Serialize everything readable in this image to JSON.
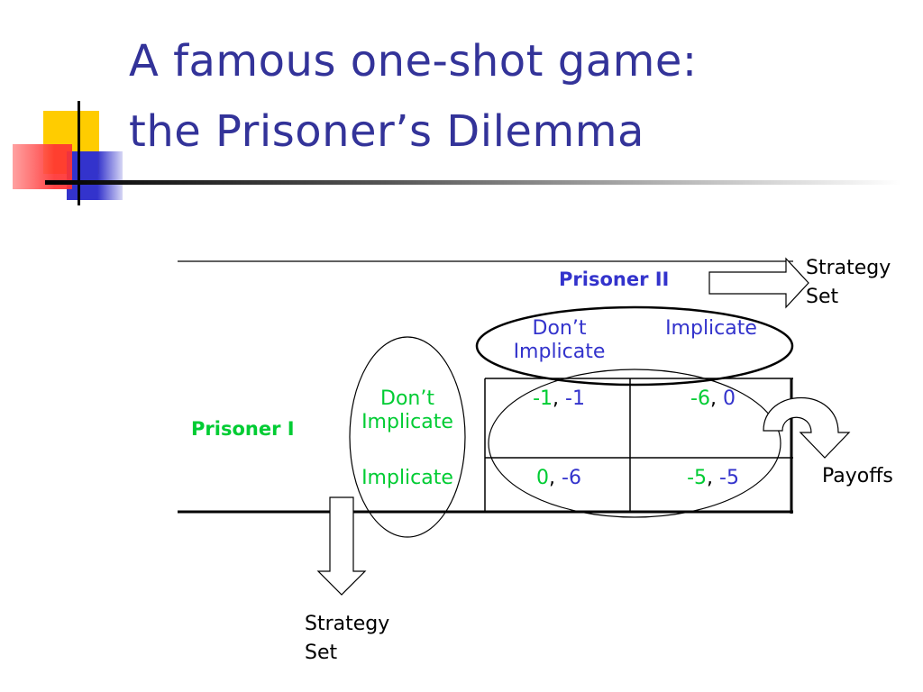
{
  "title": {
    "line1": "A famous one-shot game:",
    "line2": "the Prisoner’s Dilemma"
  },
  "colors": {
    "title": "#333399",
    "player2": "#3333cc",
    "player1": "#00cc33",
    "deco_yellow": "#ffcc00",
    "deco_red": "#ff3333",
    "deco_blue": "#3333cc"
  },
  "game": {
    "player2": {
      "name": "Prisoner II",
      "strategies": [
        "Don’t Implicate",
        "Implicate"
      ]
    },
    "player1": {
      "name": "Prisoner I",
      "strategies": [
        "Don’t Implicate",
        "Implicate"
      ]
    },
    "payoffs": [
      [
        {
          "p1": "-1",
          "p2": "-1"
        },
        {
          "p1": "-6",
          "p2": "0"
        }
      ],
      [
        {
          "p1": "0",
          "p2": "-6"
        },
        {
          "p1": "-5",
          "p2": "-5"
        }
      ]
    ],
    "separator": ", "
  },
  "annotations": {
    "strategy_set_top": [
      "Strategy",
      "Set"
    ],
    "strategy_set_bottom": [
      "Strategy",
      "Set"
    ],
    "payoffs": "Payoffs"
  }
}
